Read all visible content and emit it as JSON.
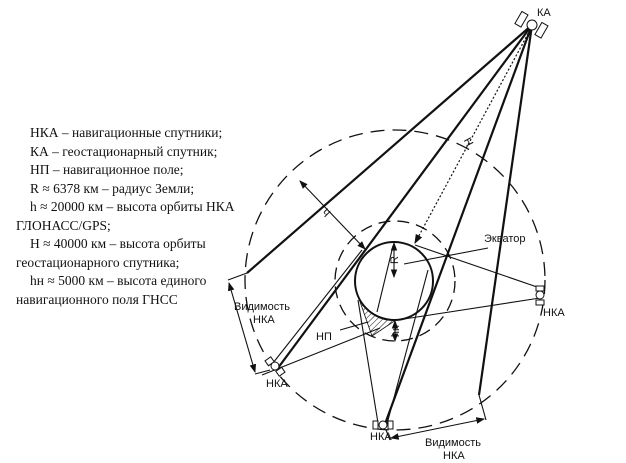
{
  "legend": [
    {
      "text": "НКА – навигационные спутники;",
      "indent": true
    },
    {
      "text": "КА – геостационарный спутник;",
      "indent": true
    },
    {
      "text": "НП – навигационное поле;",
      "indent": true
    },
    {
      "text": "R ≈ 6378 км – радиус Земли;",
      "indent": true
    },
    {
      "text": "h ≈ 20000 км – высота орбиты НКА",
      "indent": true
    },
    {
      "text": "ГЛОНАСС/GPS;",
      "indent": false
    },
    {
      "text": "H ≈ 40000 км – высота орбиты",
      "indent": true
    },
    {
      "text": "геостационарного спутника;",
      "indent": false
    },
    {
      "text": "hн ≈ 5000 км – высота единого",
      "indent": true
    },
    {
      "text": "навигационного поля ГНСС",
      "indent": false
    }
  ],
  "labels": {
    "ka": "КА",
    "nka_left": "НКА",
    "nka_right": "НКА",
    "nka_bottom": "НКА",
    "equator": "Экватор",
    "np": "НП",
    "R": "R",
    "h": "h",
    "H": "H",
    "hn": "hн",
    "visibility_left_1": "Видимость",
    "visibility_left_2": "НКА",
    "visibility_bottom_1": "Видимость",
    "visibility_bottom_2": "НКА"
  }
}
